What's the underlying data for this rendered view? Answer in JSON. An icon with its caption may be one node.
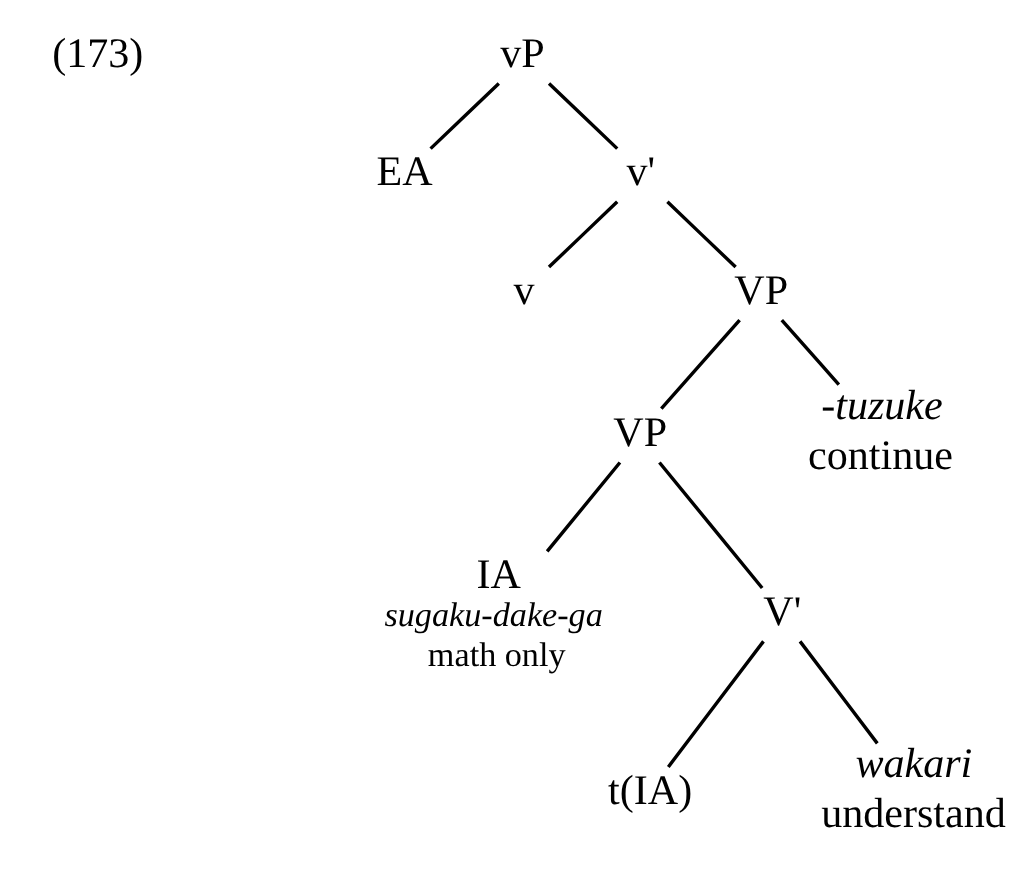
{
  "diagram": {
    "nodes": [
      {
        "text": [
          "vP"
        ]
      },
      {
        "text": [
          "EA"
        ]
      },
      {
        "text": [
          "v'"
        ]
      },
      {
        "text": [
          "v"
        ]
      },
      {
        "text": [
          "VP"
        ]
      },
      {
        "text": [
          "VP"
        ]
      },
      {
        "text": [
          "*-tuzuke*",
          "continue"
        ]
      },
      {
        "text": [
          "IA"
        ],
        "beside": [
          "*sugaku-dake-ga*",
          "math only"
        ]
      },
      {
        "text": [
          "V'"
        ]
      },
      {
        "text": [
          "t(IA)"
        ]
      },
      {
        "text": [
          "*wakari*",
          "understand"
        ]
      }
    ],
    "edges": [
      {
        "from": 0,
        "to": 1,
        "arrow": "none"
      },
      {
        "from": 0,
        "to": 2,
        "arrow": "none"
      },
      {
        "from": 2,
        "to": 3,
        "arrow": "none"
      },
      {
        "from": 2,
        "to": 4,
        "arrow": "none"
      },
      {
        "from": 4,
        "to": 5,
        "arrow": "none"
      },
      {
        "from": 4,
        "to": 6,
        "arrow": "none"
      },
      {
        "from": 5,
        "to": 7,
        "arrow": "none"
      },
      {
        "from": 5,
        "to": 8,
        "arrow": "none"
      },
      {
        "from": 8,
        "to": 9,
        "arrow": "none"
      },
      {
        "from": 8,
        "to": 10,
        "arrow": "none"
      }
    ],
    "labels": [
      "(173)"
    ]
  }
}
